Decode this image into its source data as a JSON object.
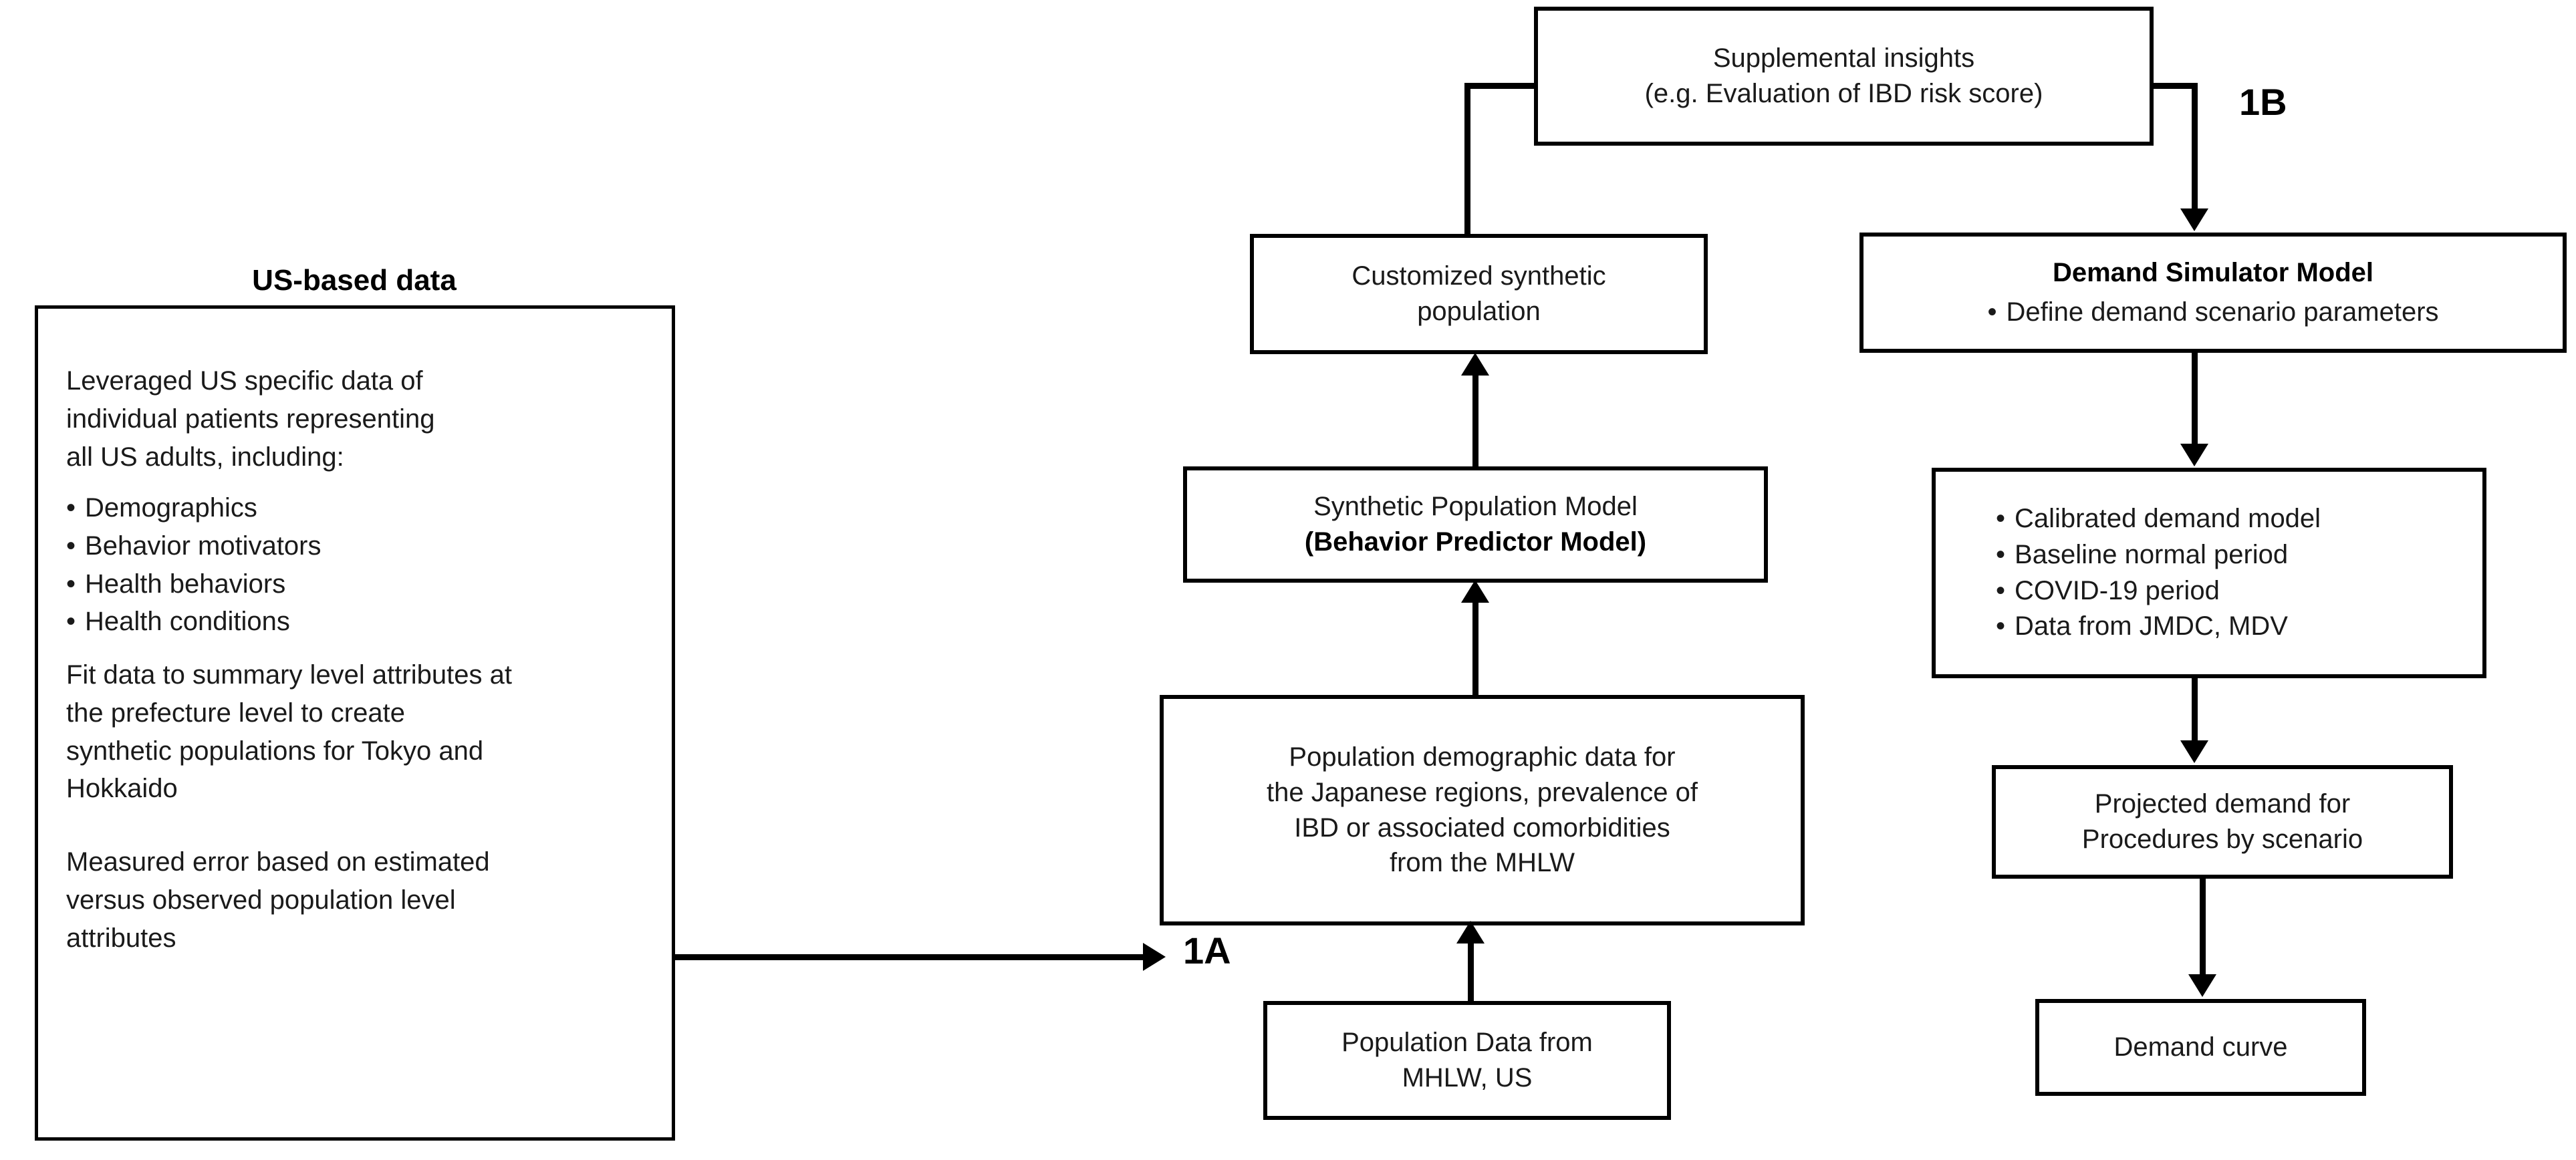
{
  "diagram": {
    "left_panel": {
      "title": "US-based data",
      "paragraph_1": "Leveraged US specific data of\nindividual patients representing\nall US adults, including:",
      "bullets": [
        "Demographics",
        "Behavior motivators",
        "Health behaviors",
        "Health conditions"
      ],
      "paragraph_2": "Fit data to summary level attributes at\nthe prefecture level to create\nsynthetic populations for Tokyo and\nHokkaido",
      "paragraph_3": "Measured error based on estimated\nversus observed population level\nattributes"
    },
    "middle_column": {
      "supplemental": {
        "line_1": "Supplemental insights",
        "line_2": "(e.g. Evaluation of IBD risk score)"
      },
      "customized_population": {
        "line_1": "Customized synthetic",
        "line_2": "population"
      },
      "synthetic_model": {
        "line_1": "Synthetic Population Model",
        "line_2": "(Behavior Predictor Model)"
      },
      "japanese_data": {
        "line_1": "Population demographic data for",
        "line_2": "the Japanese regions, prevalence of",
        "line_3": "IBD or associated comorbidities",
        "line_4": "from the MHLW"
      },
      "population_data": {
        "line_1": "Population Data from",
        "line_2": "MHLW, US"
      }
    },
    "right_column": {
      "demand_simulator": {
        "title": "Demand Simulator Model",
        "bullets": [
          "Define demand scenario parameters"
        ]
      },
      "calibrated": {
        "bullets": [
          "Calibrated demand model",
          "Baseline normal period",
          "COVID-19 period",
          "Data from JMDC, MDV"
        ]
      },
      "projected_demand": {
        "line_1": "Projected demand for",
        "line_2": "Procedures by scenario"
      },
      "demand_curve": {
        "line_1": "Demand curve"
      }
    },
    "step_labels": {
      "step_1a": "1A",
      "step_1b": "1B"
    },
    "colors": {
      "stroke": "#000000",
      "text": "#1a1a1a",
      "background": "#ffffff"
    }
  }
}
